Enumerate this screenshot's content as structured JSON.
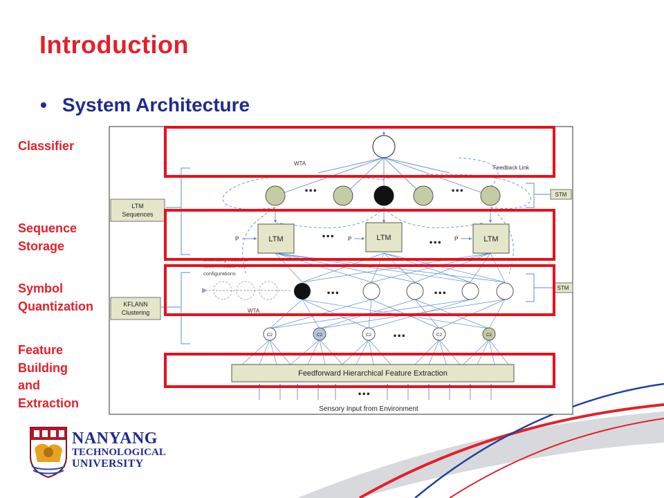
{
  "slide": {
    "title": "Introduction",
    "bullet": "System Architecture"
  },
  "side_labels": {
    "classifier": "Classifier",
    "sequence": [
      "Sequence",
      "Storage"
    ],
    "symbol": [
      "Symbol",
      "Quantization"
    ],
    "feature": [
      "Feature",
      "Building",
      "and",
      "Extraction"
    ]
  },
  "diagram": {
    "wta_top": "WTA",
    "feedback_link": "Feedback Link",
    "stm_top": "STM",
    "stm_bottom": "STM",
    "ltm_sequences": [
      "LTM",
      "Sequences"
    ],
    "kflann": [
      "KFLANN",
      "Clustering"
    ],
    "ltm_box": "LTM",
    "p_label": "P",
    "extending_note": [
      "Extending nodes to",
      "accommodate new",
      "configurations"
    ],
    "wta_bottom": "WTA",
    "c2_label": "C2",
    "ellipsis": "...",
    "feature_extraction": "Feedforward Hierarchical Feature Extraction",
    "sensory_input": "Sensory Input from Environment"
  },
  "logo": {
    "line1": "NANYANG",
    "line2": "TECHNOLOGICAL",
    "line3": "UNIVERSITY"
  },
  "colors": {
    "title_red": "#e3202b",
    "bullet_blue": "#1f2b8f",
    "highlight_red": "#e8101c",
    "diagram_line": "#5b8fd1",
    "node_fill": "#c5cca3",
    "box_fill": "#e3e6c8"
  }
}
